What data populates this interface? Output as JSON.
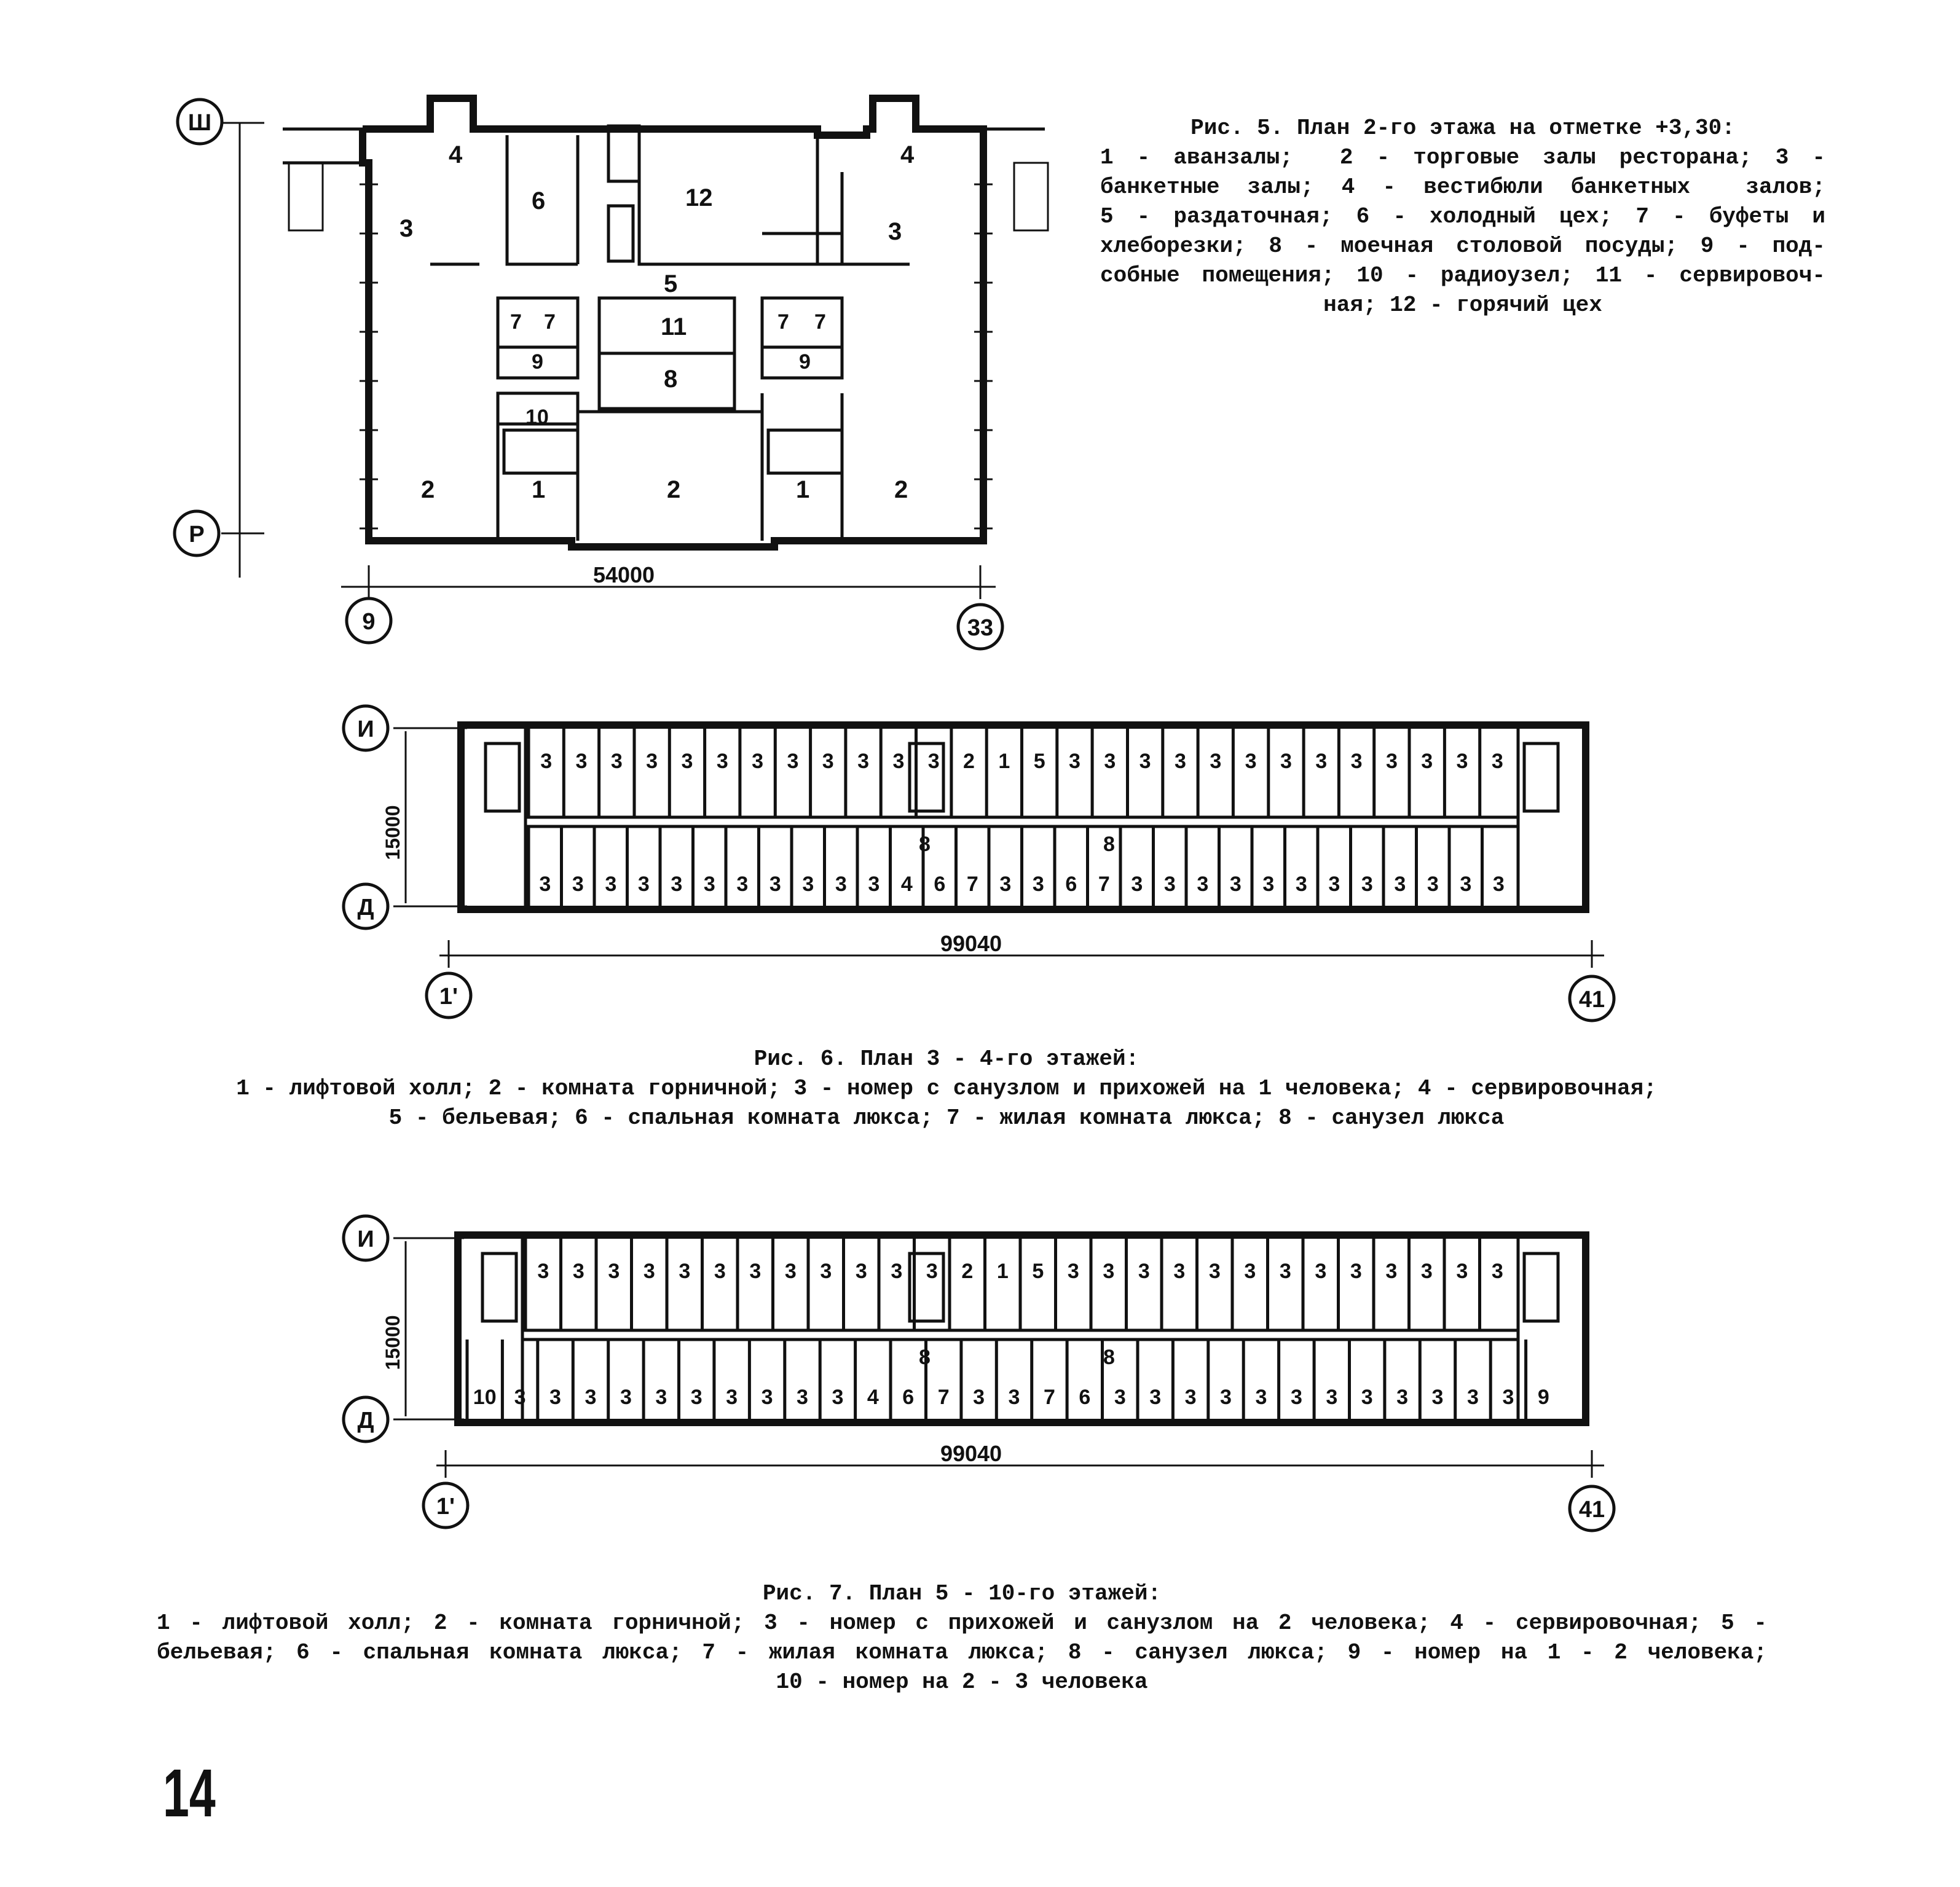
{
  "figure5": {
    "caption_lines": [
      "Рис. 5. План 2-го этажа на отметке +3,30:",
      "1 - аванзалы;  2 - торговые залы ресторана; 3 -",
      "банкетные залы; 4 - вестибюли банкетных  залов;",
      "5 - раздаточная; 6 - холодный цех; 7 - буфеты и",
      "хлеборезки; 8 - моечная столовой посуды; 9 - под-",
      "собные помещения; 10 - радиоузел; 11 - сервировоч-",
      "ная; 12 - горячий цех"
    ],
    "axes": {
      "top": "Ш",
      "bottom": "Р",
      "left": "9",
      "right": "33"
    },
    "dimension": "54000",
    "rooms": {
      "r4": "4",
      "r3": "3",
      "r6": "6",
      "r12": "12",
      "r5": "5",
      "r7": "7",
      "r9": "9",
      "r11": "11",
      "r8": "8",
      "r10": "10",
      "r2": "2",
      "r1": "1"
    }
  },
  "figure6": {
    "caption_lines": [
      "Рис. 6. План 3 - 4-го этажей:",
      "1 - лифтовой холл; 2 - комната горничной; 3 - номер с санузлом и прихожей на 1 человека; 4 - сервировочная;",
      "5 - бельевая; 6 - спальная комната люкса; 7 - жилая комната люкса; 8 - санузел люкса"
    ],
    "axes": {
      "top": "И",
      "bottom": "Д",
      "left": "1'",
      "right": "41"
    },
    "dimension_horizontal": "99040",
    "dimension_vertical": "15000",
    "top_row": [
      "3",
      "3",
      "3",
      "3",
      "3",
      "3",
      "3",
      "3",
      "3",
      "3",
      "3",
      "3",
      "2",
      "1",
      "5",
      "3",
      "3",
      "3",
      "3",
      "3",
      "3",
      "3",
      "3",
      "3",
      "3",
      "3",
      "3",
      "3"
    ],
    "bottom_row": [
      "3",
      "3",
      "3",
      "3",
      "3",
      "3",
      "3",
      "3",
      "3",
      "3",
      "3",
      "4",
      "6",
      "7",
      "3",
      "3",
      "6",
      "7",
      "3",
      "3",
      "3",
      "3",
      "3",
      "3",
      "3",
      "3",
      "3",
      "3",
      "3",
      "3"
    ],
    "eights": [
      "8",
      "8"
    ]
  },
  "figure7": {
    "caption_lines": [
      "Рис. 7. План 5 - 10-го этажей:",
      "1 - лифтовой холл; 2 - комната горничной; 3 - номер с прихожей и санузлом на 2 человека; 4 - сервировочная; 5 -",
      "бельевая; 6 - спальная комната люкса; 7 - жилая комната люкса; 8 - санузел люкса; 9 - номер на 1 - 2 человека;",
      "10 - номер на 2 - 3 человека"
    ],
    "axes": {
      "top": "И",
      "bottom": "Д",
      "left": "1'",
      "right": "41"
    },
    "dimension_horizontal": "99040",
    "dimension_vertical": "15000",
    "top_row": [
      "3",
      "3",
      "3",
      "3",
      "3",
      "3",
      "3",
      "3",
      "3",
      "3",
      "3",
      "3",
      "2",
      "1",
      "5",
      "3",
      "3",
      "3",
      "3",
      "3",
      "3",
      "3",
      "3",
      "3",
      "3",
      "3",
      "3",
      "3"
    ],
    "bottom_row": [
      "10",
      "3",
      "3",
      "3",
      "3",
      "3",
      "3",
      "3",
      "3",
      "3",
      "3",
      "4",
      "6",
      "7",
      "3",
      "3",
      "7",
      "6",
      "3",
      "3",
      "3",
      "3",
      "3",
      "3",
      "3",
      "3",
      "3",
      "3",
      "3",
      "3",
      "9"
    ],
    "eights": [
      "8",
      "8"
    ]
  },
  "page_number": "14"
}
